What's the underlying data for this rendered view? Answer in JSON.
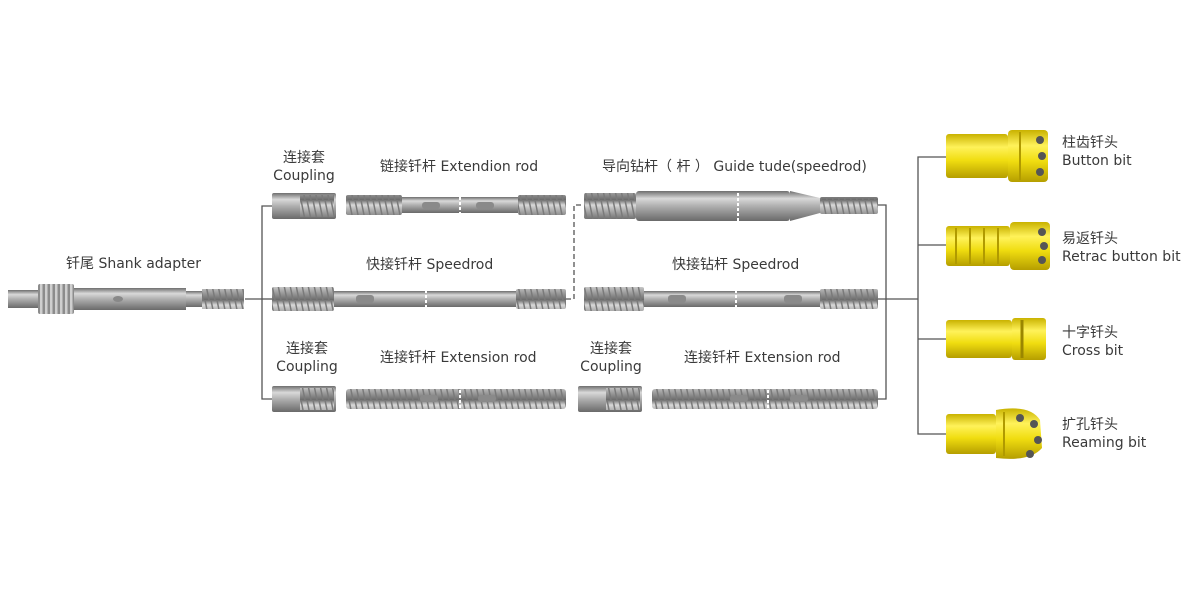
{
  "labels": {
    "shank": "钎尾 Shank adapter",
    "coupling_top_cn": "连接套",
    "coupling_top_en": "Coupling",
    "extendion_rod": "链接钎杆 Extendion rod",
    "guide_tube": "导向钻杆（ 杆 ） Guide tude(speedrod)",
    "speedrod_1": "快接钎杆 Speedrod",
    "speedrod_2": "快接钻杆 Speedrod",
    "coupling_bot1_cn": "连接套",
    "coupling_bot1_en": "Coupling",
    "extension_rod_1": "连接钎杆 Extension rod",
    "coupling_bot2_cn": "连接套",
    "coupling_bot2_en": "Coupling",
    "extension_rod_2": "连接钎杆 Extension rod"
  },
  "bits": [
    {
      "cn": "柱齿钎头",
      "en": "Button bit"
    },
    {
      "cn": "易返钎头",
      "en": "Retrac button bit"
    },
    {
      "cn": "十字钎头",
      "en": "Cross bit"
    },
    {
      "cn": "扩孔钎头",
      "en": "Reaming bit"
    }
  ],
  "colors": {
    "steel": "#b8b8b8",
    "steel_dark": "#8a8a8a",
    "bit_yellow": "#f2e21a",
    "line": "#555555"
  }
}
